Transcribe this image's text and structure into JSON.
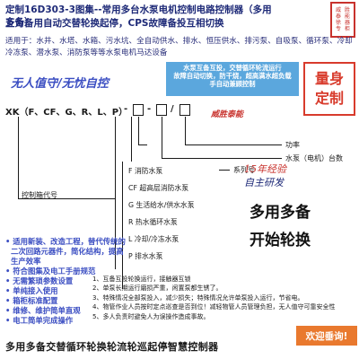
{
  "header": {
    "title": "定制16D303-3图集--常用多台水泵电机控制电路控制器（多用多备）",
    "subtitle": "互为备用自动交替轮换起停，CPS故障备投互相切换"
  },
  "seal": {
    "chars": [
      "威",
      "胜",
      "泰",
      "能",
      "徐",
      "器",
      "专",
      "柜"
    ]
  },
  "applications": "适用于：水井、水塔、水箱、污水坑、全自动供水、排水、恒压供水、排污泵、自吸泵、循环泵、冷却冷冻泵、潜水泵、消防泵等等水泵电机马达设备",
  "blue_box": {
    "lines": [
      "水泵互备互投，交替循环轮流运行",
      "故障自动切换，防干烧，超高满水超负载",
      "手自动兼顾控制"
    ]
  },
  "custom_box": {
    "line1": "量身",
    "line2": "定制"
  },
  "slogan": "无人值守/无忧自控",
  "model": {
    "code": "XK（F、CF、G、R、L、P）",
    "dash1": "-",
    "slash": "/",
    "dash2": "-"
  },
  "anti_fake": "威胜泰能",
  "labels": {
    "power": "功率",
    "pump_count": "水泵（电机）台数",
    "series": "系列号",
    "control_code": "控制箱代号"
  },
  "types": [
    "F 消防水泵",
    "CF 超高层消防水泵",
    "G 生活给水/供水水泵",
    "R 热水循环水泵",
    "L 冷却/冷冻水泵",
    "P 排水水泵"
  ],
  "experience": {
    "line1": "15年经验",
    "line2": "自主研发"
  },
  "big": {
    "line1": "多用多备",
    "line2": "开始轮换"
  },
  "features": [
    "• 适用新装、改造工程，替代传统的二次回路元器件，简化结构，提高生产效率",
    "• 符合图集及电工手册规范",
    "• 无需繁琐参数设置",
    "• 单纯接入使用",
    "• 箱柜标准配置",
    "• 维修、维护简单直观",
    "• 电工简单完成操作"
  ],
  "notes": [
    "1、互备互投轮换运行，接触器互锁",
    "2、单泵长期运行磨损严重，闲置泵都生锈了。",
    "3、特殊情况全部泵投入，减少损失；特殊情况允许单泵投入运行，节省电。",
    "4、物管作业人员按时定点巡查是否到位！减轻物管人员管理负担，无人值守可靠安全性",
    "5、多人负责时避免人为误操作造成事故。"
  ],
  "footer": "多用多备交替循环轮换轮流轮巡起停智慧控制器",
  "welcome": "欢迎垂询!",
  "colors": {
    "accent_blue": "#5ba7dd",
    "brand_red": "#d83b2c",
    "welcome_orange": "#e9792e",
    "text_navy": "#1e2a78"
  }
}
